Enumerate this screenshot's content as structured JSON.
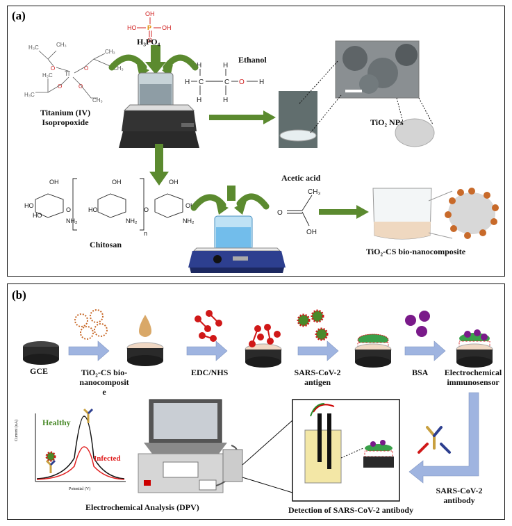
{
  "panel_a": {
    "label": "(a)",
    "h3po4": "H₃PO₄",
    "titanium_line1": "Titanium (IV)",
    "titanium_line2": "Isopropoxide",
    "ethanol": "Ethanol",
    "tio2_nps": "TiO₂ NPs",
    "chitosan": "Chitosan",
    "acetic_acid": "Acetic acid",
    "bio_nanocomposite": "TiO₂-CS bio-nanocomposite"
  },
  "panel_b": {
    "label": "(b)",
    "gce": "GCE",
    "tio2_cs_line1": "TiO₂-CS bio-",
    "tio2_cs_line2": "nanocomposit",
    "tio2_cs_line3": "e",
    "edc_nhs": "EDC/NHS",
    "antigen_line1": "SARS-CoV-2",
    "antigen_line2": "antigen",
    "bsa": "BSA",
    "immuno_line1": "Electrochemical",
    "immuno_line2": "immunosensor",
    "antibody_line1": "SARS-CoV-2",
    "antibody_line2": "antibody",
    "healthy": "Healthy",
    "infected": "Infected",
    "y_axis": "Current (uA)",
    "x_axis": "Potential (V)",
    "analysis": "Electrochemical Analysis (DPV)",
    "detection": "Detection of SARS-CoV-2 antibody"
  },
  "colors": {
    "arrow_green": "#5b8a2f",
    "arrow_blue": "#9fb4e0",
    "healthy_green": "#4a8a2a",
    "infected_red": "#e02020",
    "particle_orange": "#c86a2a",
    "stand_blue": "#2d3f8f"
  }
}
